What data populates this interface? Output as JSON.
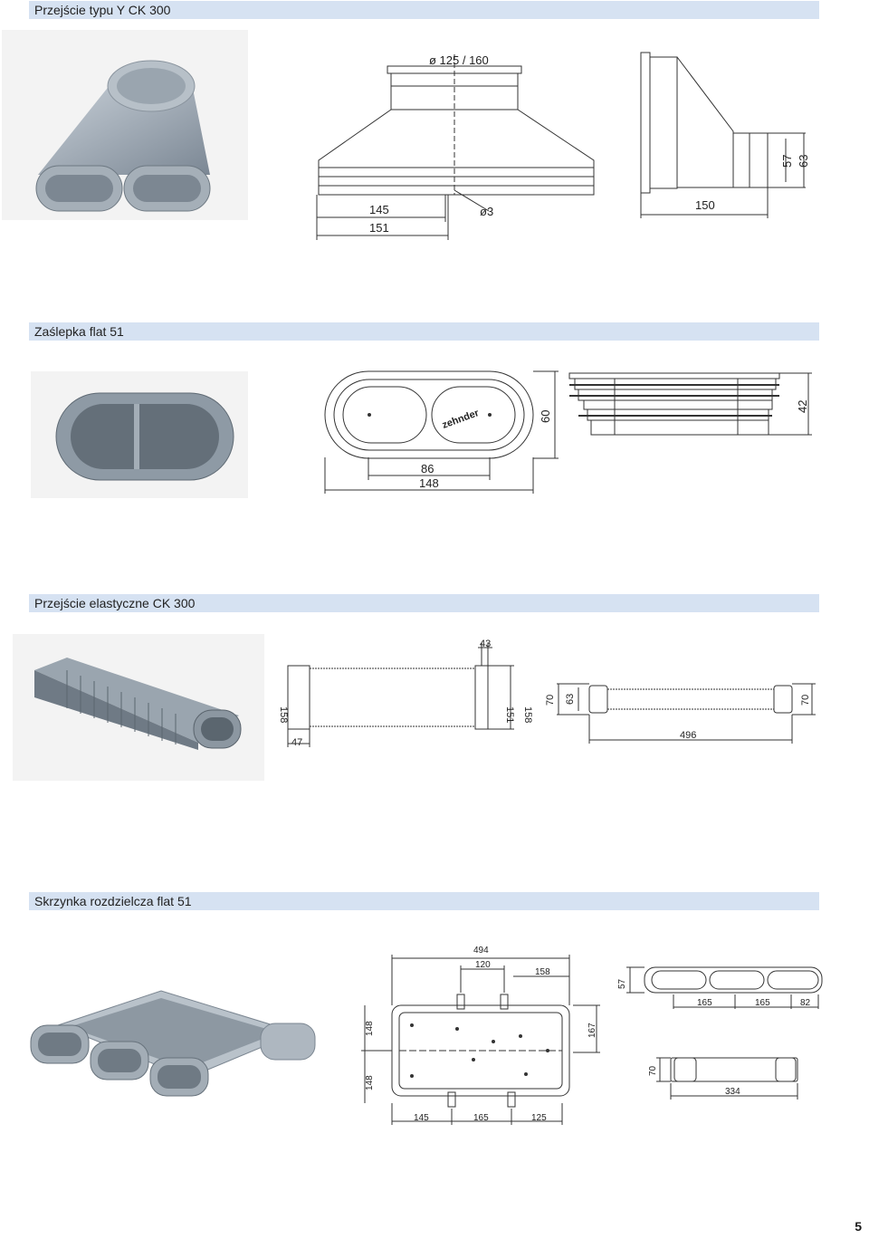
{
  "sections": [
    {
      "title": "Przejście typu Y CK 300",
      "dims": {
        "diameter": "ø 125 / 160",
        "d145": "145",
        "d151": "151",
        "hole": "ø3",
        "d150": "150",
        "d57": "57",
        "d63": "63"
      }
    },
    {
      "title": "Zaślepka flat 51",
      "dims": {
        "d86": "86",
        "d148": "148",
        "d60": "60",
        "d42": "42",
        "brand": "zehnder"
      }
    },
    {
      "title": "Przejście elastyczne CK 300",
      "dims": {
        "d43": "43",
        "d158a": "158",
        "d47": "47",
        "d151": "151",
        "d158b": "158",
        "d70a": "70",
        "d63": "63",
        "d496": "496",
        "d70b": "70"
      }
    },
    {
      "title": "Skrzynka rozdzielcza flat 51",
      "dims": {
        "d494": "494",
        "d120": "120",
        "d158": "158",
        "d148a": "148",
        "d148b": "148",
        "d167": "167",
        "d145": "145",
        "d165a": "165",
        "d125": "125",
        "d57": "57",
        "d165b": "165",
        "d165c": "165",
        "d82": "82",
        "d70": "70",
        "d334": "334"
      }
    }
  ],
  "page_number": "5"
}
